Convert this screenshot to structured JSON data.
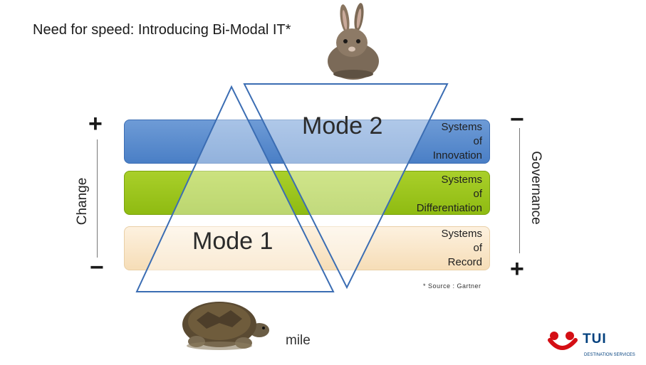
{
  "title": "Need for speed: Introducing Bi-Modal IT*",
  "layers": [
    {
      "lines": [
        "Systems",
        "of",
        "Innovation"
      ]
    },
    {
      "lines": [
        "Systems",
        "of",
        "Differentiation"
      ]
    },
    {
      "lines": [
        "Systems",
        "of",
        "Record"
      ]
    }
  ],
  "mode2": "Mode 2",
  "mode1": "Mode 1",
  "axes": {
    "change": {
      "label": "Change",
      "top_sign": "+",
      "bottom_sign": "−"
    },
    "governance": {
      "label": "Governance",
      "top_sign": "−",
      "bottom_sign": "+"
    }
  },
  "footnote": "* Source : Gartner",
  "footer_text": "mile",
  "logo": {
    "brand": "TUI",
    "tagline": "DESTINATION SERVICES",
    "color": "#d40e14"
  },
  "colors": {
    "innovation": "#4a7fc6",
    "differentiation": "#8fbb12",
    "record": "#f6ddb7",
    "triangle_stroke": "#3b6db3"
  },
  "icons": [
    "rabbit-icon",
    "tortoise-icon"
  ]
}
